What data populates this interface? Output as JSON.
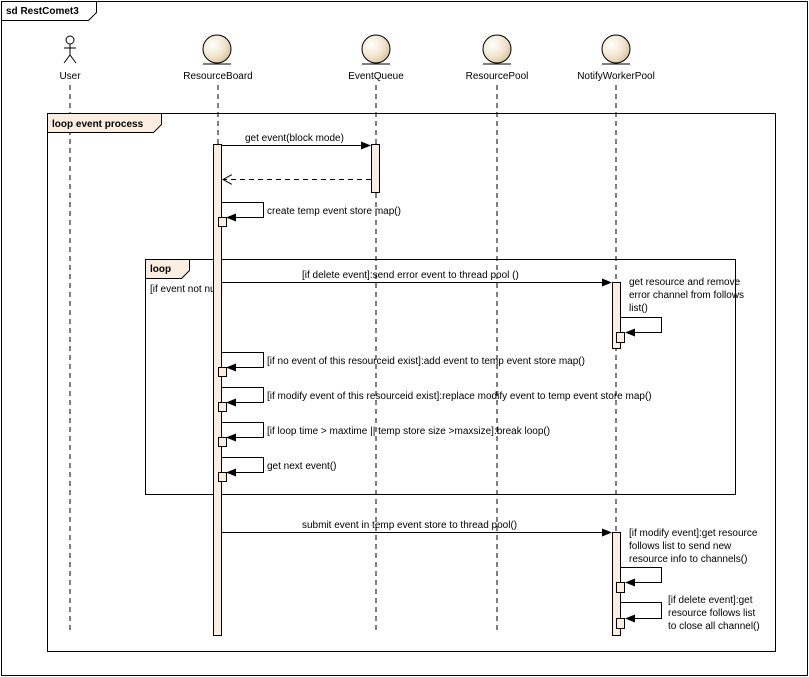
{
  "diagram": {
    "frame_title": "sd RestComet3",
    "lifelines": [
      {
        "label": "User",
        "kind": "actor"
      },
      {
        "label": "ResourceBoard",
        "kind": "entity"
      },
      {
        "label": "EventQueue",
        "kind": "entity"
      },
      {
        "label": "ResourcePool",
        "kind": "entity"
      },
      {
        "label": "NotifyWorkerPool",
        "kind": "entity"
      }
    ],
    "outer_loop": {
      "label": "loop event process"
    },
    "inner_loop": {
      "label": "loop",
      "guard": "[if event not null]"
    },
    "messages": {
      "get_event": "get event(block mode)",
      "create_map": "create temp event store map()",
      "delete_event": "[if delete event]:send error event to thread pool ()",
      "remove_channel": [
        "get resource and remove",
        "error channel from follows",
        "list()"
      ],
      "add_event": "[if no event of this resourceid exist]:add event to temp event store map()",
      "replace_event": "[if modify event of this resourceid exist]:replace modify event to temp event store map()",
      "break_loop": "[if loop time > maxtime || temp store size >maxsize]:break loop()",
      "next_event": "get next event()",
      "submit_event": "submit event in temp event store  to thread pool()",
      "modify_notify": [
        "[if modify event]:get resource",
        "follows list to send new",
        "resource info to channels()"
      ],
      "delete_notify": [
        "[if delete event]:get",
        "resource follows list",
        "to close all channel()"
      ]
    },
    "colors": {
      "activation_fill": "#fbeee0",
      "lifeline_head": "#f2e6cf",
      "line": "#000000"
    }
  }
}
